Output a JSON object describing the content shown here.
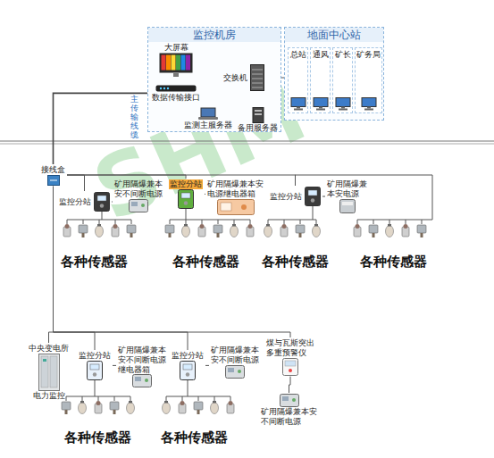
{
  "diagram": {
    "nodes": [
      {
        "text": [
          "监控机房"
        ]
      },
      {
        "text": [
          "大屏幕"
        ],
        "in": 0
      },
      {
        "text": [
          "数据传输接口"
        ],
        "in": 0
      },
      {
        "text": [
          "交换机"
        ],
        "in": 0
      },
      {
        "text": [
          "监测主服务器"
        ],
        "in": 0
      },
      {
        "text": [
          "备用服务器"
        ],
        "in": 0
      },
      {
        "text": [
          "地面中心站"
        ]
      },
      {
        "text": [
          "总站"
        ],
        "in": 6
      },
      {
        "text": [
          "通风"
        ],
        "in": 6
      },
      {
        "text": [
          "矿长"
        ],
        "in": 6
      },
      {
        "text": [
          "矿务局"
        ],
        "in": 6
      },
      {
        "text": [
          "接线盒"
        ]
      },
      {
        "text": [
          "监控分站"
        ]
      },
      {
        "text": [
          "矿用隔爆兼本安不间断电源"
        ]
      },
      {
        "text": [
          "监控分站"
        ]
      },
      {
        "text": [
          "矿用隔爆兼本安电源继电器箱"
        ]
      },
      {
        "text": [
          "监控分站"
        ]
      },
      {
        "text": [
          "矿用隔爆兼本安电源"
        ]
      },
      {
        "text": [
          "中央变电所",
          "电力监控"
        ]
      },
      {
        "text": [
          "监控分站"
        ]
      },
      {
        "text": [
          "矿用隔爆兼本安不间断电源继电器箱"
        ]
      },
      {
        "text": [
          "监控分站"
        ]
      },
      {
        "text": [
          "矿用隔爆兼本安不间断电源"
        ]
      },
      {
        "text": [
          "煤与瓦斯突出多重预警仪"
        ]
      },
      {
        "text": [
          "矿用隔爆兼本安不间断电源"
        ]
      }
    ],
    "edges": [
      {
        "from": 1,
        "to": 2,
        "arrow": "none"
      },
      {
        "from": 2,
        "to": 3,
        "arrow": "none"
      },
      {
        "from": 3,
        "to": 4,
        "arrow": "none"
      },
      {
        "from": 3,
        "to": 5,
        "arrow": "none"
      },
      {
        "from": 3,
        "to": 6,
        "arrow": "none"
      },
      {
        "from": 11,
        "to": 2,
        "arrow": "none"
      },
      {
        "from": 11,
        "to": 12,
        "arrow": "none"
      },
      {
        "from": 12,
        "to": 13,
        "arrow": "none"
      },
      {
        "from": 11,
        "to": 14,
        "arrow": "none"
      },
      {
        "from": 14,
        "to": 15,
        "arrow": "none"
      },
      {
        "from": 11,
        "to": 16,
        "arrow": "none"
      },
      {
        "from": 16,
        "to": 17,
        "arrow": "none"
      },
      {
        "from": 11,
        "to": 18,
        "arrow": "none"
      },
      {
        "from": 11,
        "to": 19,
        "arrow": "none"
      },
      {
        "from": 19,
        "to": 20,
        "arrow": "none"
      },
      {
        "from": 11,
        "to": 21,
        "arrow": "none"
      },
      {
        "from": 21,
        "to": 22,
        "arrow": "none"
      },
      {
        "from": 11,
        "to": 23,
        "arrow": "none"
      },
      {
        "from": 23,
        "to": 24,
        "arrow": "none"
      }
    ],
    "labels": [
      "主传输线缆",
      "各种传感器",
      "各种传感器",
      "各种传感器",
      "各种传感器",
      "各种传感器",
      "各种传感器",
      "SHM"
    ]
  }
}
